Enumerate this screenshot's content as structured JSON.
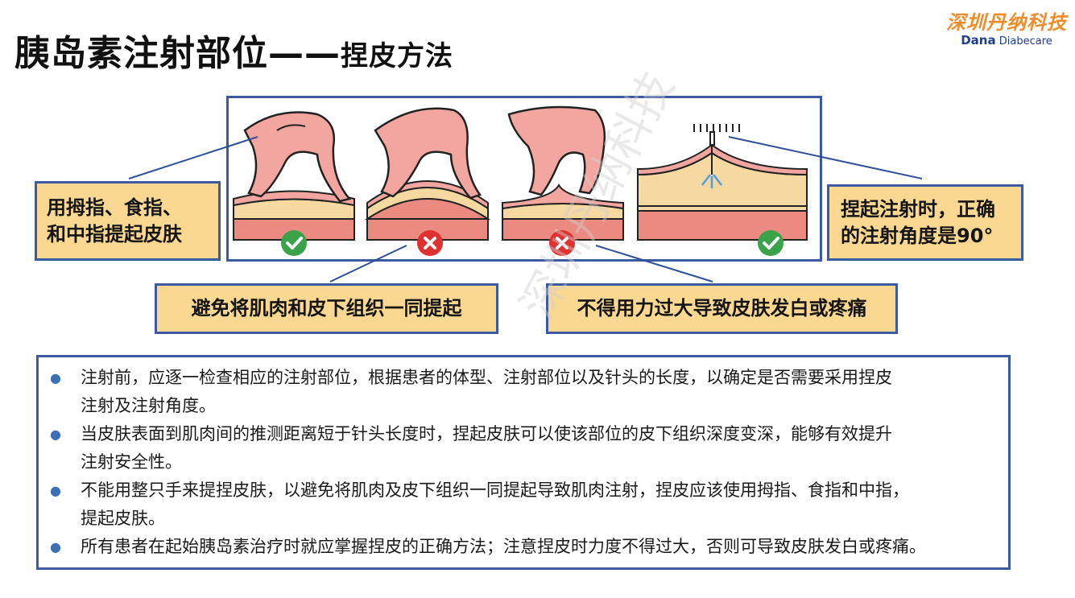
{
  "title": {
    "main": "胰岛素注射部位",
    "dash": "——",
    "sub": "捏皮方法"
  },
  "logo": {
    "cn": "深圳丹纳科技",
    "en_brand": "Dana",
    "en_name": "Diabecare"
  },
  "watermark": "深圳丹纳科技",
  "callouts": {
    "thumb_fingers": [
      "用拇指、食指、",
      "和中指提起皮肤"
    ],
    "angle_90": [
      "捏起注射时，正确",
      "的注射角度是90°"
    ],
    "avoid_muscle": "避免将肌肉和皮下组织一同提起",
    "no_force": "不得用力过大导致皮肤发白或疼痛"
  },
  "icons": [
    "check-icon",
    "cross-icon",
    "cross-icon",
    "check-icon"
  ],
  "colors": {
    "frame": "#3b5aa0",
    "callout_fill": "#fbd891",
    "check": "#3aa34a",
    "cross": "#e0302f",
    "skin": "#f3a6a0",
    "fat": "#f6d9a0",
    "muscle": "#eb8a80",
    "bullet": "#3b6fb6",
    "logo": "#f08d2a"
  },
  "notes": [
    {
      "line1": "注射前，应逐一检查相应的注射部位，根据患者的体型、注射部位以及针头的长度，以确定是否需要采用捏皮",
      "line2": "注射及注射角度。"
    },
    {
      "line1": "当皮肤表面到肌肉间的推测距离短于针头长度时，捏起皮肤可以使该部位的皮下组织深度变深，能够有效提升",
      "line2": "注射安全性。"
    },
    {
      "line1": "不能用整只手来提捏皮肤，以避免将肌肉及皮下组织一同提起导致肌肉注射，捏皮应该使用拇指、食指和中指，",
      "line2": "提起皮肤。"
    },
    {
      "line1": "所有患者在起始胰岛素治疗时就应掌握捏皮的正确方法；注意捏皮时力度不得过大，否则可导致皮肤发白或疼痛。",
      "line2": ""
    }
  ]
}
